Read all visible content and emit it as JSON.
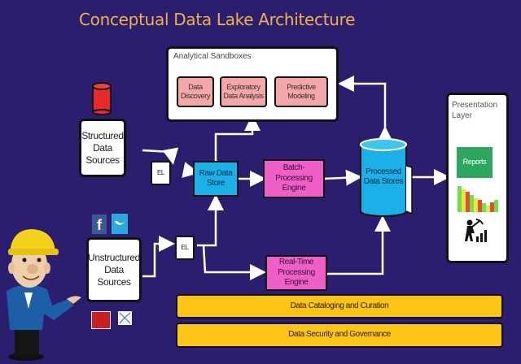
{
  "title": "Conceptual Data Lake Architecture",
  "sandboxes": {
    "label": "Analytical Sandboxes",
    "items": [
      "Data\nDiscovery",
      "Exploratory\nData Analysis",
      "Predictive\nModeling"
    ]
  },
  "sources": {
    "structured": "Structured\nData\nSources",
    "unstructured": "Unstructured\nData\nSources"
  },
  "el_label": "EL",
  "raw_store": "Raw Data\nStore",
  "batch_engine": "Batch-\nProcessing\nEngine",
  "realtime_engine": "Real-Time\nProcessing Engine",
  "processed_stores": "Processed\nData Stores",
  "presentation": {
    "label": "Presentation\nLayer",
    "reports": "Reports"
  },
  "bars": {
    "catalog": "Data Cataloging and Curation",
    "security": "Data Security and Governance"
  },
  "colors": {
    "background": "#2c1e6e",
    "title": "#f0b04a",
    "sandbox_item": "#f4a6a8",
    "engine": "#ef5fc8",
    "store": "#1cb0e8",
    "bar": "#fcc414",
    "reports": "#2aa860",
    "database": "#e8282a"
  }
}
